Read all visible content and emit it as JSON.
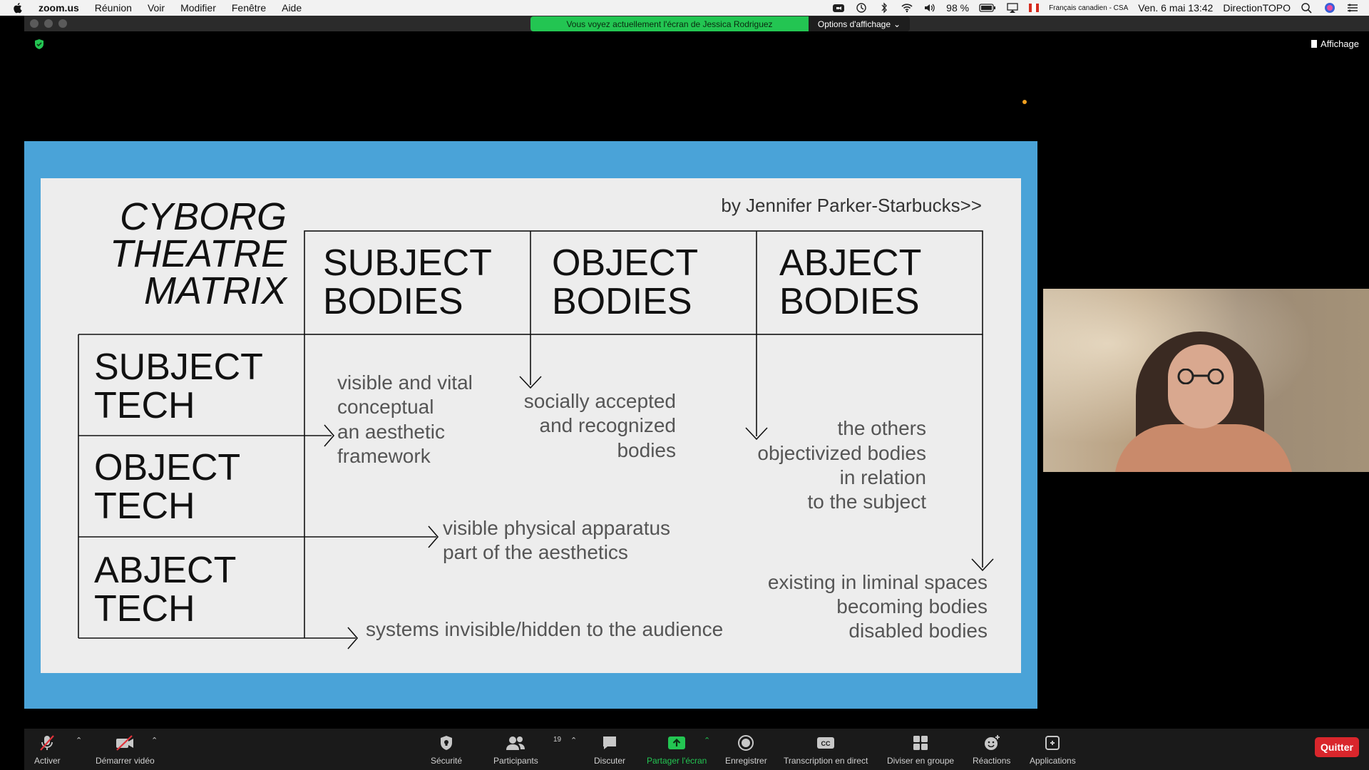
{
  "menubar": {
    "app": "zoom.us",
    "menus": [
      "Réunion",
      "Voir",
      "Modifier",
      "Fenêtre",
      "Aide"
    ],
    "battery": "98 %",
    "keyboard": "Français canadien - CSA",
    "datetime": "Ven. 6 mai 13:42",
    "user": "DirectionTOPO"
  },
  "banner": {
    "text": "Vous voyez actuellement l'écran de Jessica Rodriguez",
    "options": "Options d'affichage"
  },
  "view_button": "Affichage",
  "slide": {
    "title_lines": [
      "CYBORG",
      "THEATRE",
      "MATRIX"
    ],
    "byline": "by Jennifer Parker-Starbucks>>",
    "col1": [
      "SUBJECT",
      "BODIES"
    ],
    "col2": [
      "OBJECT",
      "BODIES"
    ],
    "col3": [
      "ABJECT",
      "BODIES"
    ],
    "row1": [
      "SUBJECT",
      "TECH"
    ],
    "row2": [
      "OBJECT",
      "TECH"
    ],
    "row3": [
      "ABJECT",
      "TECH"
    ],
    "note_subject": [
      "visible and vital",
      "conceptual",
      "an aesthetic",
      "framework"
    ],
    "note_social": [
      "socially accepted",
      "and recognized",
      "bodies"
    ],
    "note_others": [
      "the others",
      "objectivized bodies",
      "in relation",
      "to the subject"
    ],
    "note_physical": [
      "visible physical apparatus",
      "part of the aesthetics"
    ],
    "note_systems": "systems invisible/hidden to the audience",
    "note_liminal": [
      "existing in liminal spaces",
      "becoming bodies",
      "disabled bodies"
    ]
  },
  "toolbar": {
    "mute": "Activer",
    "video": "Démarrer vidéo",
    "security": "Sécurité",
    "participants": "Participants",
    "participant_count": "19",
    "chat": "Discuter",
    "share": "Partager l'écran",
    "record": "Enregistrer",
    "transcription": "Transcription en direct",
    "breakout": "Diviser en groupe",
    "reactions": "Réactions",
    "apps": "Applications",
    "quit": "Quitter"
  },
  "colors": {
    "slide_border": "#4aa3d8",
    "share_green": "#23c552",
    "quit_red": "#d9262c"
  }
}
